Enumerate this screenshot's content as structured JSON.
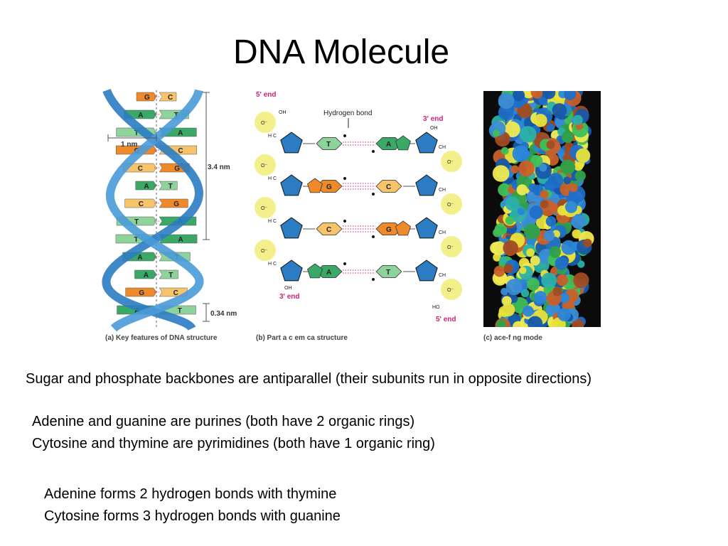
{
  "slide": {
    "title": "DNA Molecule",
    "captions": {
      "a": "(a) Key features of DNA structure",
      "b": "(b) Part a c em ca structure",
      "c": "(c) ace-f ng mode"
    },
    "panel_a": {
      "dim_1nm": "1 nm",
      "dim_34nm": "3.4 nm",
      "dim_034nm": "0.34 nm",
      "pairs": [
        {
          "l": "G",
          "r": "C"
        },
        {
          "l": "A",
          "r": "T"
        },
        {
          "l": "T",
          "r": "A"
        },
        {
          "l": "G",
          "r": "C"
        },
        {
          "l": "C",
          "r": "G"
        },
        {
          "l": "A",
          "r": "T"
        },
        {
          "l": "C",
          "r": "G"
        },
        {
          "l": "T",
          "r": "A"
        },
        {
          "l": "T",
          "r": "A"
        },
        {
          "l": "A",
          "r": "T"
        },
        {
          "l": "A",
          "r": "T"
        },
        {
          "l": "G",
          "r": "C"
        },
        {
          "l": "A",
          "r": "T"
        }
      ]
    },
    "panel_b": {
      "five_end_top": "5' end",
      "three_end_top": "3' end",
      "three_end_bottom": "3' end",
      "five_end_bottom": "5' end",
      "hydrogen_bond": "Hydrogen bond",
      "oh_top": "OH",
      "oh_left_top": "OH",
      "oh_bottom": "OH",
      "ho_bottom": "HO",
      "h2c": "H C",
      "ch2": "CH",
      "o_minus": "O⁻",
      "rows": [
        {
          "l": "T",
          "r": "A"
        },
        {
          "l": "G",
          "r": "C"
        },
        {
          "l": "C",
          "r": "G"
        },
        {
          "l": "A",
          "r": "T"
        }
      ]
    },
    "lines": {
      "antiparallel": "Sugar and phosphate backbones are antiparallel (their subunits run in opposite directions)",
      "purines": "Adenine and guanine are purines (both have 2 organic rings)",
      "pyrimidines": "Cytosine and thymine are pyrimidines (both have 1 organic ring)",
      "at_bonds": "Adenine forms 2 hydrogen bonds with thymine",
      "cg_bonds": "Cytosine forms 3 hydrogen bonds with guanine"
    },
    "colors": {
      "adenine": "#3aa866",
      "thymine": "#8fd39c",
      "guanine": "#ee8a2a",
      "cytosine": "#f7c46c",
      "backbone": "#2b7cc2",
      "phosphate": "#f3ef8a"
    }
  }
}
